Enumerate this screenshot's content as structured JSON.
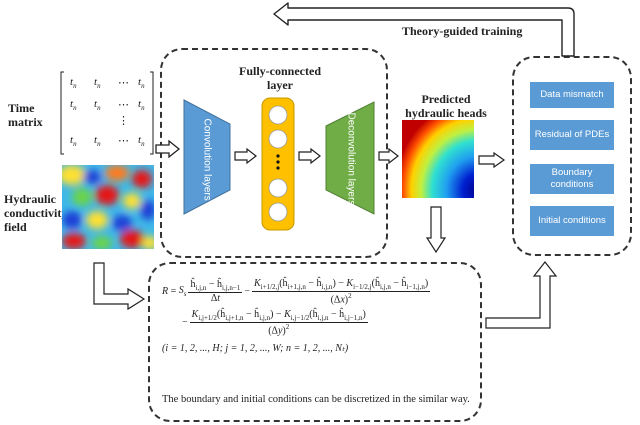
{
  "labels": {
    "time_matrix": [
      "Time",
      "matrix"
    ],
    "hydraulic_field": [
      "Hydraulic",
      "conductivity",
      "field"
    ],
    "fc_layer": [
      "Fully-connected",
      "layer"
    ],
    "conv_layers": "Convolution layers",
    "deconv_layers": "Deconvolution layers",
    "predicted": [
      "Predicted",
      "hydraulic heads"
    ],
    "theory_guided": "Theory-guided training"
  },
  "time_matrix": {
    "rows": [
      [
        "t_n",
        "t_n",
        "⋯",
        "t_n"
      ],
      [
        "t_n",
        "t_n",
        "⋯",
        "t_n"
      ],
      [
        "",
        "",
        "⋮",
        ""
      ],
      [
        "t_n",
        "t_n",
        "⋯",
        "t_n"
      ]
    ]
  },
  "loss_terms": [
    "Data mismatch",
    "Residual of PDEs",
    "Boundary conditions",
    "Initial conditions"
  ],
  "equation": {
    "index_line": "(i = 1, 2, ..., H; j = 1, 2, ..., W; n = 1, 2, ..., Nₜ)",
    "note": "The boundary and initial conditions can be discretized in the similar way."
  },
  "colors": {
    "conv": "#5b9bd5",
    "deconv": "#70ad47",
    "fc_bar": "#ffc000",
    "loss_box": "#5b9bd5"
  }
}
